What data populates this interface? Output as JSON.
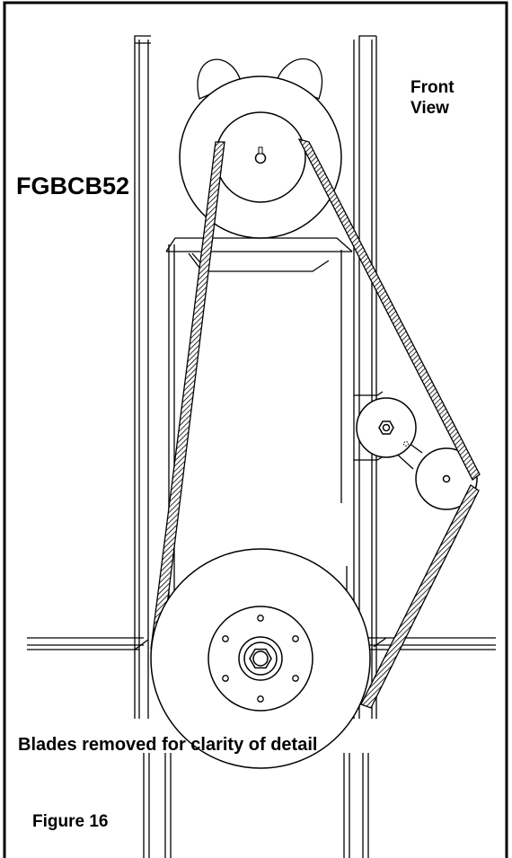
{
  "labels": {
    "model": "FGBCB52",
    "view_line1": "Front",
    "view_line2": "View",
    "caption": "Blades removed for clarity of detail",
    "figure": "Figure 16"
  },
  "colors": {
    "line": "#000000",
    "background": "#ffffff"
  }
}
